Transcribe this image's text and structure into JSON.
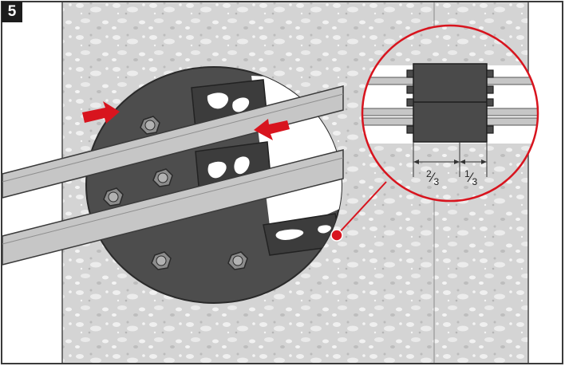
{
  "step": {
    "number": "5"
  },
  "detail": {
    "left_fraction": {
      "numerator": "2",
      "denominator": "3"
    },
    "right_fraction": {
      "numerator": "1",
      "denominator": "3"
    }
  },
  "colors": {
    "concrete": "#d4d4d4",
    "concrete_speckle": "#f2f2f2",
    "frame": "#3a3a3a",
    "arrow_push": "#d8141e",
    "callout": "#d8141e",
    "sealing_module": "#4a4a4a",
    "pipe": "#c4c4c4",
    "bolt": "#8d8d8d"
  },
  "icons": [
    "push-arrow-right-icon",
    "push-arrow-left-icon",
    "callout-dot-icon"
  ]
}
